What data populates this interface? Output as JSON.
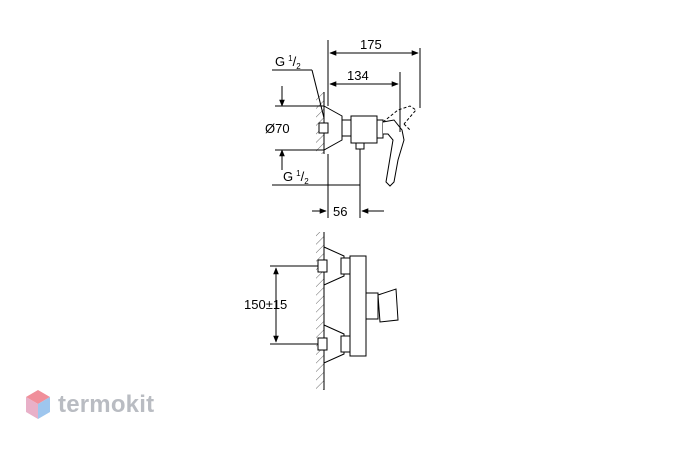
{
  "top_view": {
    "thread_top": {
      "base": "G",
      "num": "1",
      "den": "2"
    },
    "thread_bottom": {
      "base": "G",
      "num": "1",
      "den": "2"
    },
    "dim_175": "175",
    "dim_134": "134",
    "dim_diameter": "Ø70",
    "dim_56": "56"
  },
  "front_view": {
    "dim_spacing": "150±15"
  },
  "watermark": {
    "text": "termokit",
    "colors": {
      "top": "#f08f9a",
      "left": "#e8b0c8",
      "right": "#9ec6ee"
    }
  }
}
